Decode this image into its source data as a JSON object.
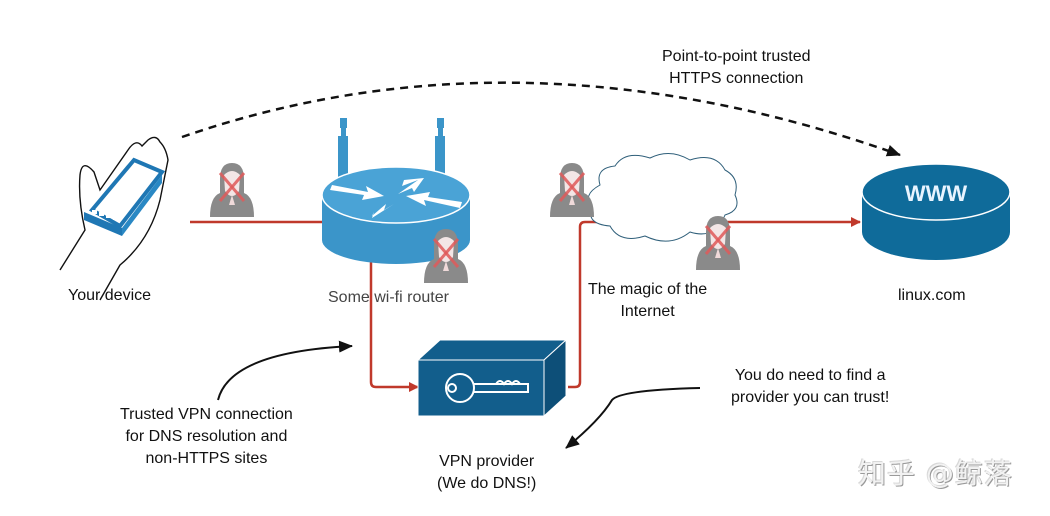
{
  "diagram": {
    "title": "VPN vs HTTPS trust diagram",
    "colors": {
      "device_blue": "#1f77b4",
      "router_blue": "#3b95c9",
      "server_blue": "#0f6b9a",
      "vpn_box_blue": "#125e8c",
      "path_red": "#c0392b",
      "attacker_gray": "#8a8a8a",
      "cross_red": "#e05a5a",
      "arrow_black": "#111111"
    },
    "nodes": {
      "device": {
        "label": "Your device",
        "icon": "hand-holding-phone-icon"
      },
      "router": {
        "label": "Some wi-fi router",
        "icon": "wifi-router-icon"
      },
      "internet": {
        "label_line1": "The magic of the",
        "label_line2": "Internet",
        "icon": "cloud-icon"
      },
      "server": {
        "label": "linux.com",
        "icon": "www-server-icon",
        "icon_text": "WWW"
      },
      "vpn": {
        "label_line1": "VPN provider",
        "label_line2": "(We do DNS!)",
        "icon": "key-box-icon"
      }
    },
    "annotations": {
      "https": {
        "line1": "Point-to-point trusted",
        "line2": "HTTPS connection"
      },
      "vpn_note": {
        "line1": "Trusted VPN connection",
        "line2": "for DNS resolution and",
        "line3": "non-HTTPS sites"
      },
      "trust_note": {
        "line1": "You do need to find a",
        "line2": "provider you can trust!"
      }
    },
    "attackers": [
      {
        "name": "attacker-device-link",
        "blocked": true
      },
      {
        "name": "attacker-router",
        "blocked": true
      },
      {
        "name": "attacker-internet-left",
        "blocked": true
      },
      {
        "name": "attacker-internet-right",
        "blocked": true
      }
    ],
    "connections": [
      {
        "from": "device",
        "to": "vpn",
        "via": "router",
        "style": "solid-red"
      },
      {
        "from": "vpn",
        "to": "server",
        "via": "internet",
        "style": "solid-red"
      },
      {
        "from": "device",
        "to": "server",
        "style": "dashed-black",
        "meaning": "https"
      }
    ]
  },
  "watermark": "知乎 @鲸落"
}
